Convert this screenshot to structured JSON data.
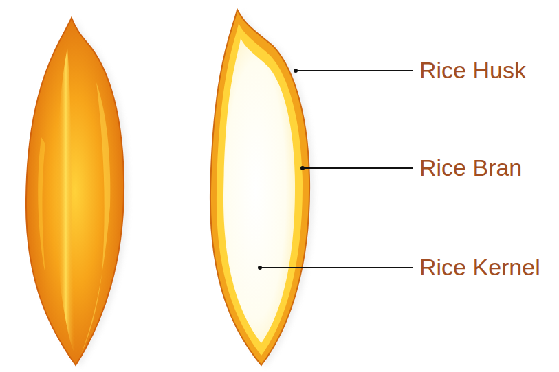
{
  "diagram": {
    "labels": [
      "Rice Husk",
      "Rice Bran",
      "Rice Kernel"
    ]
  }
}
